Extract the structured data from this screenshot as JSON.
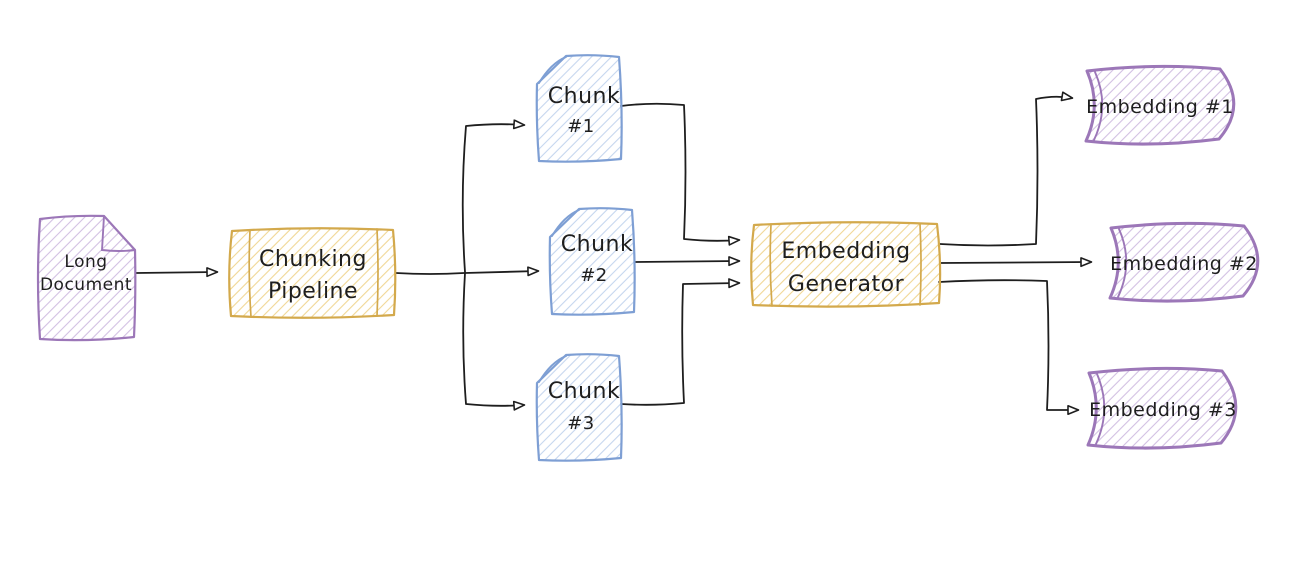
{
  "diagram": {
    "type": "flow-diagram",
    "style": "hand-drawn",
    "nodes": {
      "long_document": {
        "shape": "document",
        "color_role": "purple",
        "lines": [
          "Long",
          "Document"
        ]
      },
      "chunking_pipeline": {
        "shape": "process",
        "color_role": "gold",
        "lines": [
          "Chunking",
          "Pipeline"
        ]
      },
      "chunk_1": {
        "shape": "document",
        "color_role": "blue",
        "title": "Chunk",
        "number": "#1"
      },
      "chunk_2": {
        "shape": "document",
        "color_role": "blue",
        "title": "Chunk",
        "number": "#2"
      },
      "chunk_3": {
        "shape": "document",
        "color_role": "blue",
        "title": "Chunk",
        "number": "#3"
      },
      "embedding_generator": {
        "shape": "process",
        "color_role": "gold",
        "lines": [
          "Embedding",
          "Generator"
        ]
      },
      "embedding_1": {
        "shape": "cylinder",
        "color_role": "purple",
        "label": "Embedding #1"
      },
      "embedding_2": {
        "shape": "cylinder",
        "color_role": "purple",
        "label": "Embedding #2"
      },
      "embedding_3": {
        "shape": "cylinder",
        "color_role": "purple",
        "label": "Embedding #3"
      }
    },
    "edges": [
      {
        "from": "long_document",
        "to": "chunking_pipeline"
      },
      {
        "from": "chunking_pipeline",
        "to": "chunk_1"
      },
      {
        "from": "chunking_pipeline",
        "to": "chunk_2"
      },
      {
        "from": "chunking_pipeline",
        "to": "chunk_3"
      },
      {
        "from": "chunk_1",
        "to": "embedding_generator"
      },
      {
        "from": "chunk_2",
        "to": "embedding_generator"
      },
      {
        "from": "chunk_3",
        "to": "embedding_generator"
      },
      {
        "from": "embedding_generator",
        "to": "embedding_1"
      },
      {
        "from": "embedding_generator",
        "to": "embedding_2"
      },
      {
        "from": "embedding_generator",
        "to": "embedding_3"
      }
    ]
  },
  "colors": {
    "background": "#ffffff",
    "text": "#1e1e1e",
    "arrow": "#1e1e1e",
    "purple_stroke": "#9c77b8",
    "purple_hatch": "#d2c0e2",
    "gold_stroke": "#d3a94c",
    "gold_hatch": "#f0d795",
    "blue_stroke": "#7e9fd4",
    "blue_hatch": "#c5d6ee"
  }
}
